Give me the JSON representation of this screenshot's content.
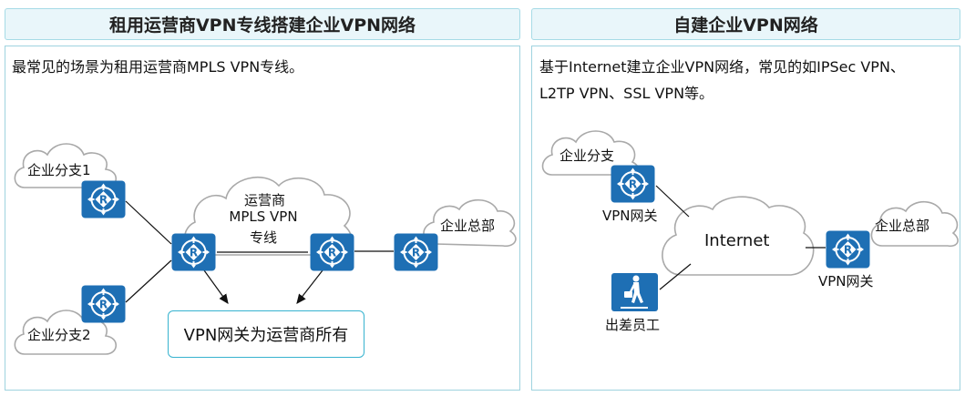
{
  "left_panel": {
    "title": "租用运营商VPN专线搭建企业VPN网络",
    "description": "最常见的场景为租用运营商MPLS VPN专线。",
    "branch1": "企业分支1",
    "branch2": "企业分支2",
    "carrier_line1": "运营商",
    "carrier_line2": "MPLS VPN",
    "carrier_line3": "专线",
    "headquarters": "企业总部",
    "callout": "VPN网关为运营商所有"
  },
  "right_panel": {
    "title": "自建企业VPN网络",
    "description_line1": "基于Internet建立企业VPN网络，常见的如IPSec VPN、",
    "description_line2": "L2TP VPN、SSL VPN等。",
    "branch": "企业分支",
    "branch_gateway": "VPN网关",
    "internet": "Internet",
    "headquarters": "企业总部",
    "hq_gateway": "VPN网关",
    "traveler": "出差员工"
  },
  "colors": {
    "router_fill": "#1e6fb4",
    "header_bg": "#e9f6fa",
    "border": "#9fd3df",
    "cloud_stroke": "#a9a9a9"
  },
  "icons": [
    "cloud-icon",
    "router-icon",
    "walking-person-icon"
  ]
}
